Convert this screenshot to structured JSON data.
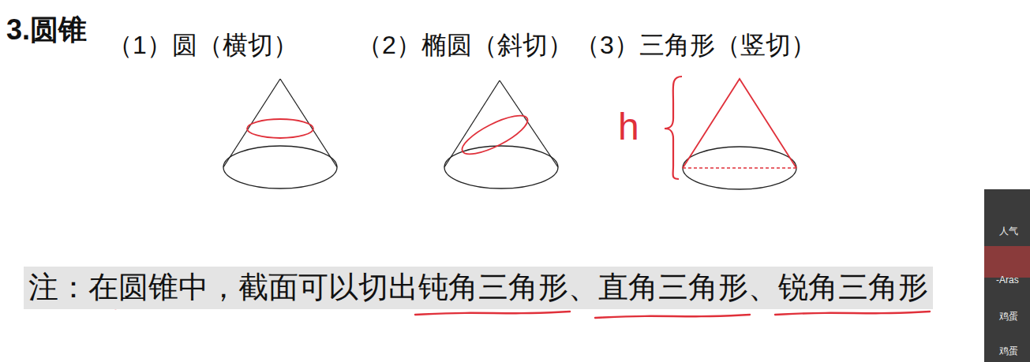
{
  "diagram": {
    "title": "3.圆锥",
    "labels": [
      "（1）圆（横切）",
      "（2）椭圆（斜切）",
      "（3）三角形（竖切）",
      "h",
      "注：在圆锥中，截面可以切出钝角三角形、直角三角形、锐角三角形",
      "人气",
      "-Aras",
      "鸡蛋",
      "鸡蛋"
    ]
  }
}
